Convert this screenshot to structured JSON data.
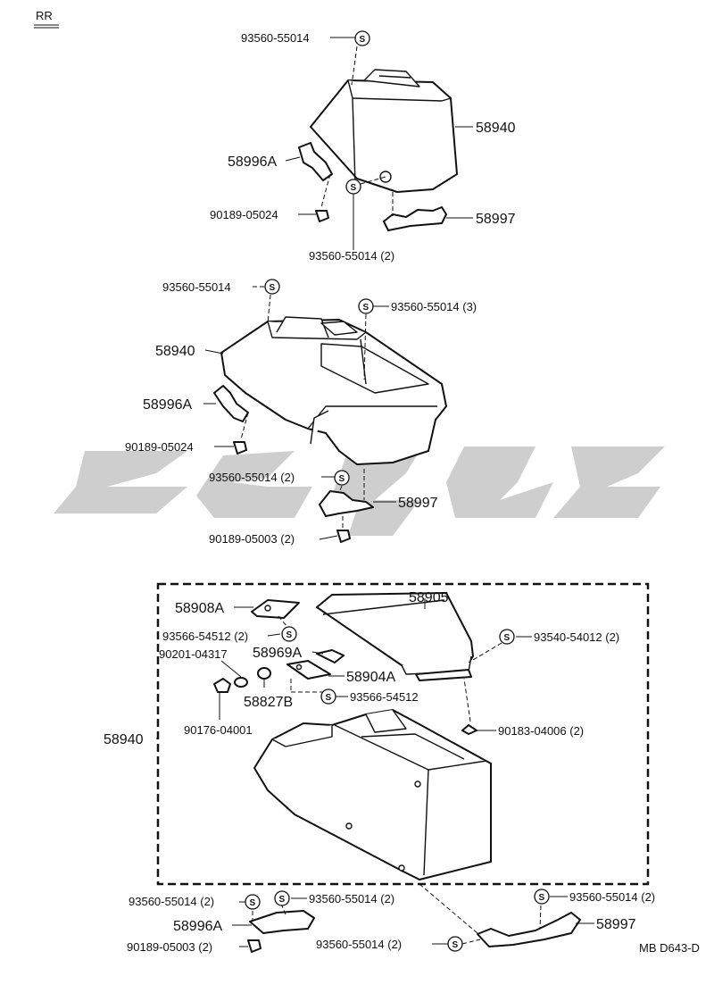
{
  "header": {
    "section": "RR"
  },
  "footer": {
    "code": "MB D643-D"
  },
  "symbol": {
    "letter": "S"
  },
  "labels": {
    "l01": "93560-55014",
    "l02": "58940",
    "l03": "58996A",
    "l04": "90189-05024",
    "l05": "58997",
    "l06": "93560-55014 (2)",
    "l07": "93560-55014",
    "l08": "93560-55014 (3)",
    "l09": "58940",
    "l10": "58996A",
    "l11": "90189-05024",
    "l12": "93560-55014 (2)",
    "l13": "58997",
    "l14": "90189-05003 (2)",
    "l15": "58908A",
    "l16": "58905",
    "l17": "93566-54512 (2)",
    "l18": "93540-54012 (2)",
    "l19": "90201-04317",
    "l20": "58969A",
    "l21": "58904A",
    "l22": "93566-54512",
    "l23": "58827B",
    "l24": "90176-04001",
    "l25": "90183-04006 (2)",
    "l26": "58940",
    "l27": "93560-55014 (2)",
    "l28": "93560-55014 (2)",
    "l29": "93560-55014 (2)",
    "l30": "58996A",
    "l31": "58997",
    "l32": "90189-05003 (2)",
    "l33": "93560-55014 (2)"
  }
}
